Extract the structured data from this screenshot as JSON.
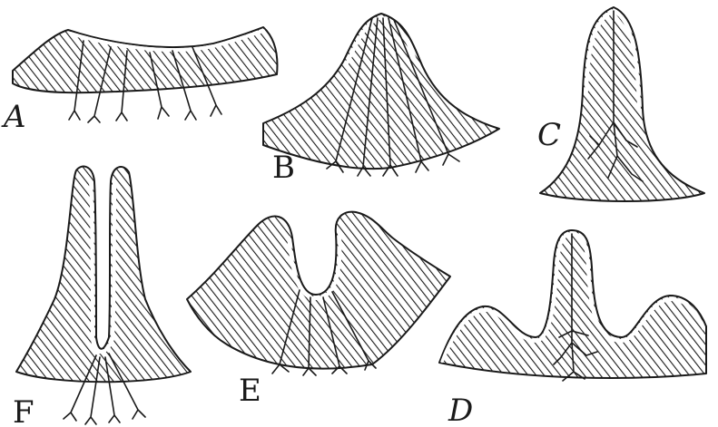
{
  "figure": {
    "labels": {
      "a": "A",
      "b": "B",
      "c": "C",
      "d": "D",
      "e": "E",
      "f": "F"
    }
  }
}
